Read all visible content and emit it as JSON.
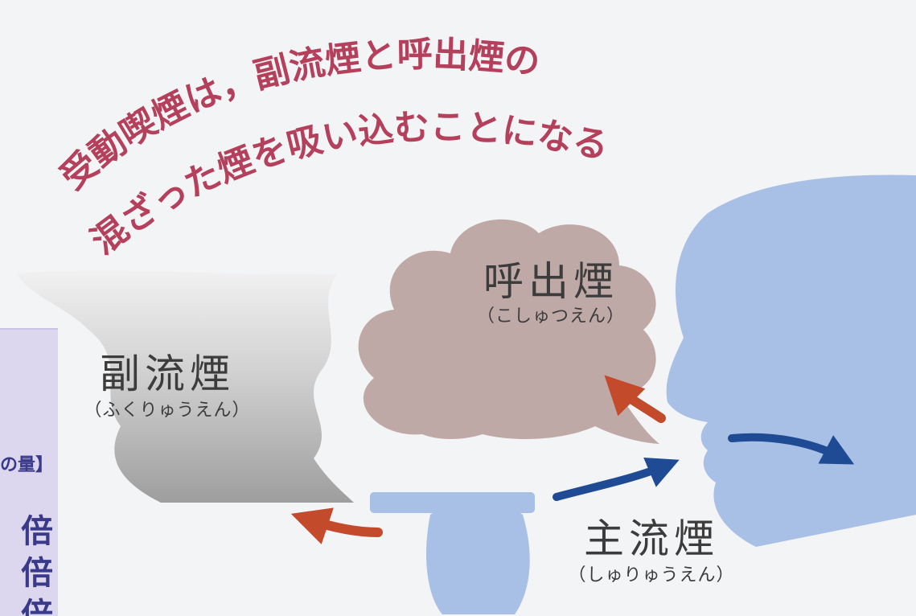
{
  "heading": {
    "line1": "受動喫煙は，副流煙と呼出煙の",
    "line2": "混ざった煙を吸い込むことになる。"
  },
  "labels": {
    "sidestream": {
      "name": "副流煙",
      "reading": "（ふくりゅうえん）"
    },
    "exhaled": {
      "name": "呼出煙",
      "reading": "（こしゅつえん）"
    },
    "mainstream": {
      "name": "主流煙",
      "reading": "（しゅりゅうえん）"
    }
  },
  "side_panel": {
    "fragments": [
      "の量】",
      "倍",
      "倍",
      "倍"
    ]
  },
  "colors": {
    "background": "#f3f4f6",
    "heading_text": "#b5405c",
    "label_text": "#3c3c3c",
    "person_silhouette": "#a8c0e6",
    "exhaled_cloud": "#bfa9a7",
    "sidestream_smoke": "#a9a9a9",
    "arrow_red": "#c44a2c",
    "arrow_blue": "#1f4b95",
    "side_panel": "#dcd6ef"
  }
}
